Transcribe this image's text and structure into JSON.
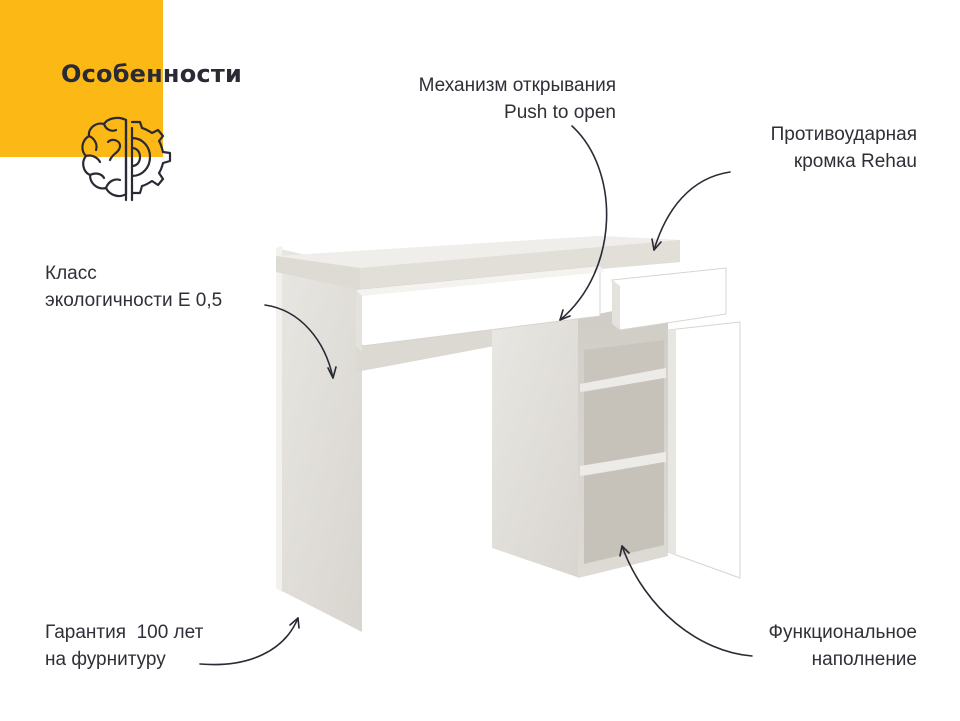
{
  "header": {
    "title": "Особенности",
    "accent_color": "#fcb815",
    "icon": "brain-gear-icon"
  },
  "features": {
    "mechanism": {
      "line1": "Механизм открывания",
      "line2": "Push to open"
    },
    "edge": {
      "line1": "Противоударная",
      "line2": "кромка Rehau"
    },
    "eco": {
      "line1": "Класс",
      "line2": "экологичности Е 0,5"
    },
    "warranty": {
      "line1": "Гарантия  100 лет",
      "line2": "на фурнитуру"
    },
    "filling": {
      "line1": "Функциональное",
      "line2": "наполнение"
    }
  },
  "product": {
    "name": "desk-console-with-drawers",
    "wood_color": "#e3e1dc",
    "front_color": "#ffffff"
  }
}
